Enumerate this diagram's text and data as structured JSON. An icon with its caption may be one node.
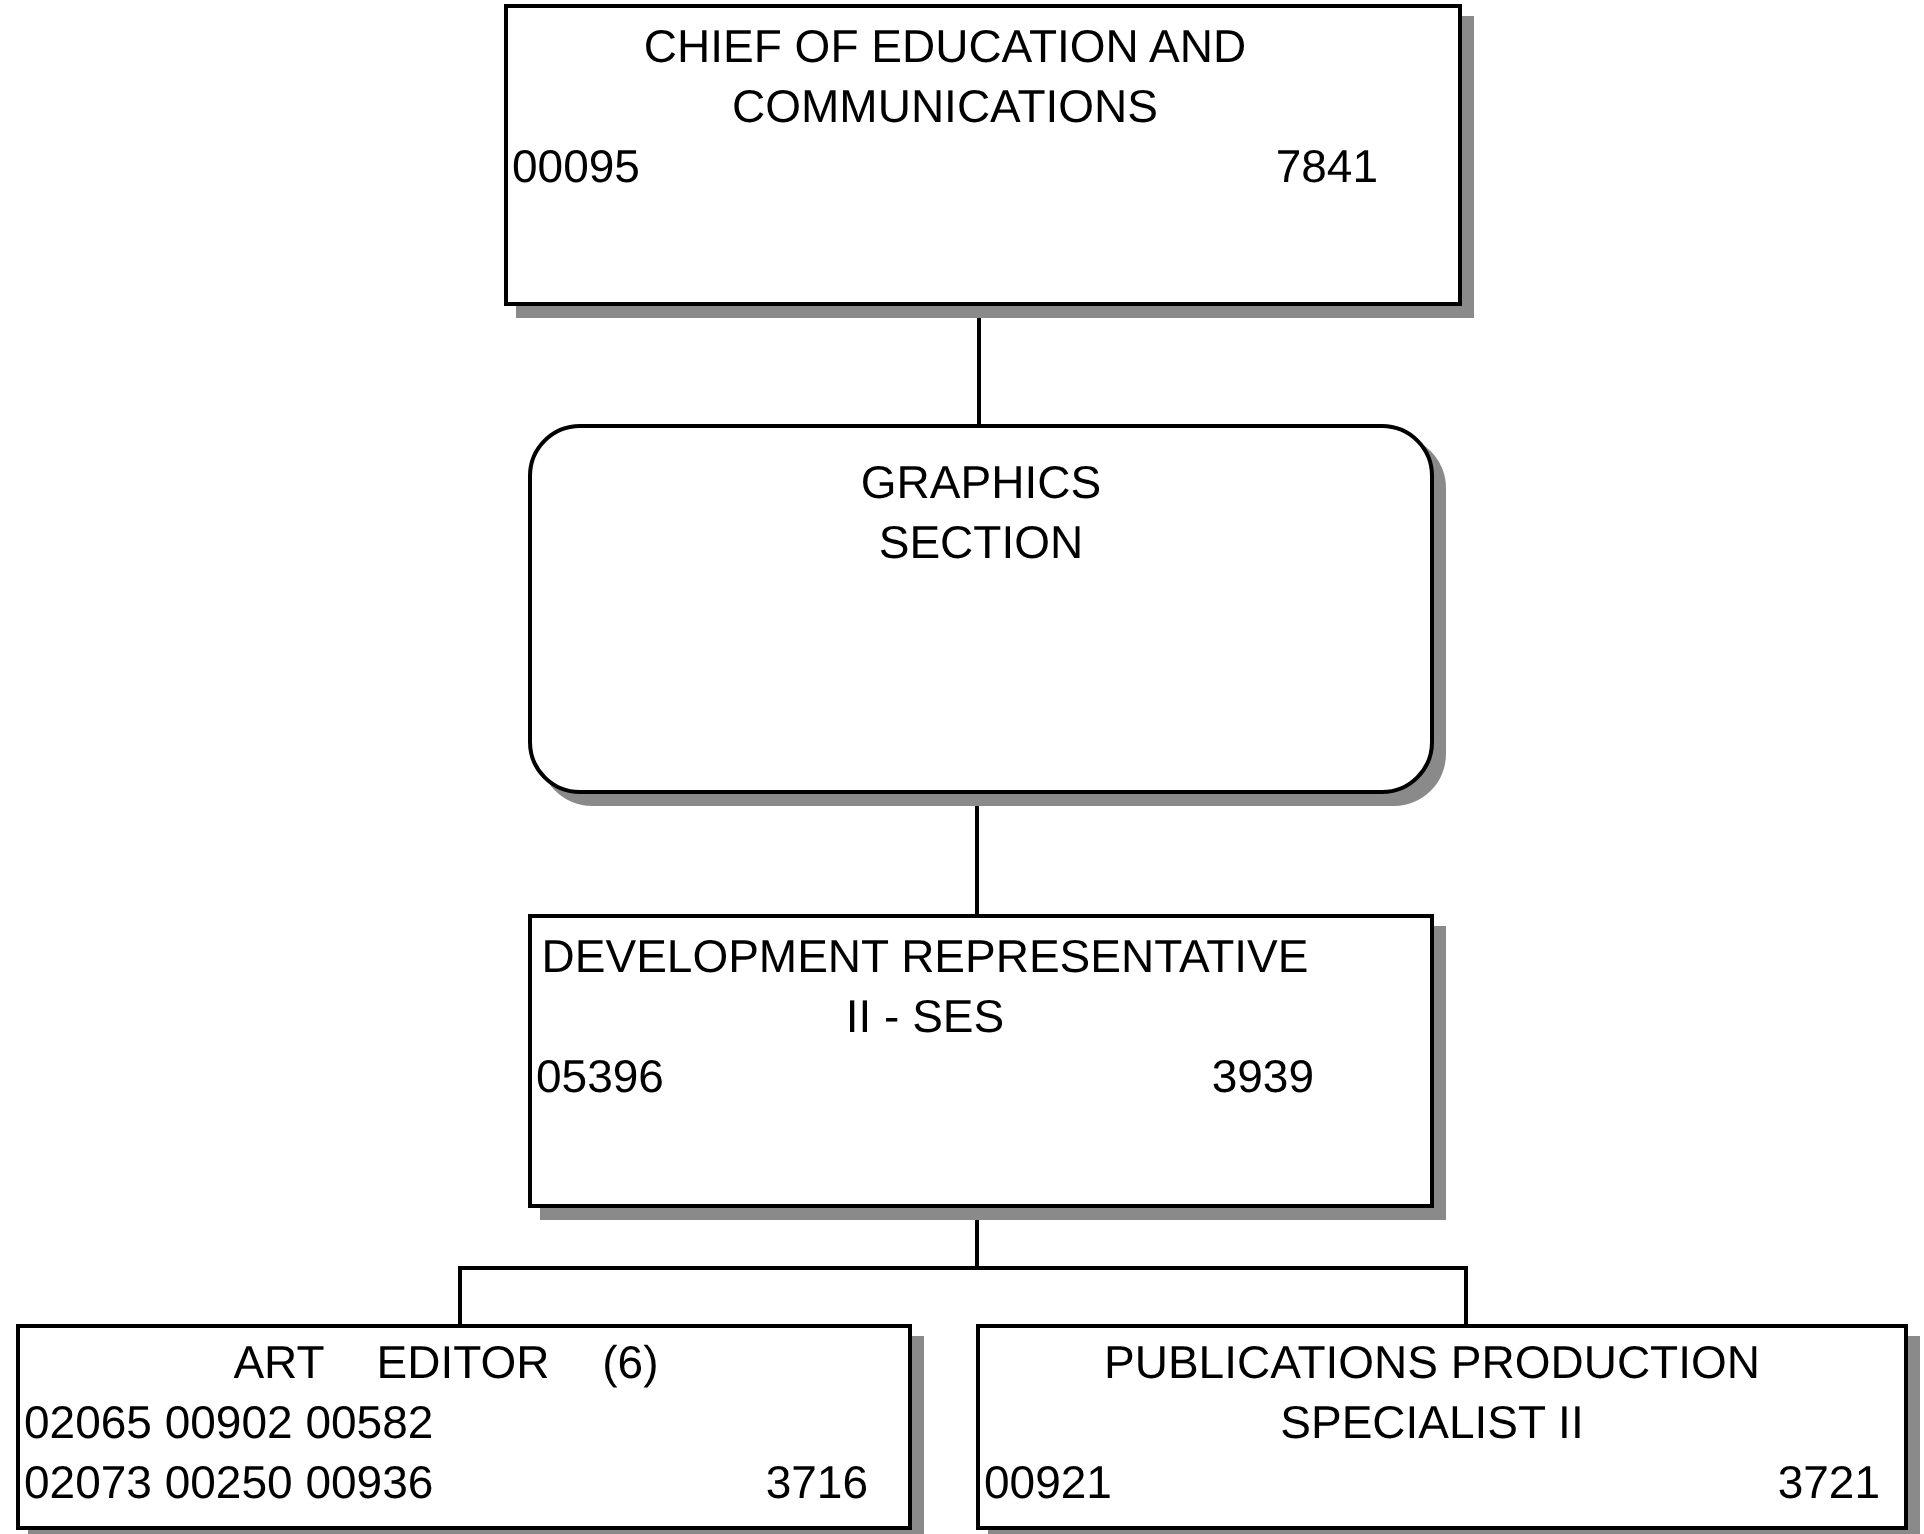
{
  "diagram": {
    "nodes": [
      {
        "text": [
          "CHIEF OF EDUCATION AND COMMUNICATIONS",
          "00095",
          "7841"
        ]
      },
      {
        "text": [
          "GRAPHICS SECTION"
        ]
      },
      {
        "text": [
          "DEVELOPMENT REPRESENTATIVE II - SES",
          "05396",
          "3939"
        ]
      },
      {
        "text": [
          "ART EDITOR (6)",
          "02065 00902 00582",
          "02073 00250 00936",
          "3716"
        ]
      },
      {
        "text": [
          "PUBLICATIONS PRODUCTION SPECIALIST II",
          "00921",
          "3721"
        ]
      }
    ],
    "edges": [
      {
        "from": 0,
        "to": 1,
        "arrow": "none"
      },
      {
        "from": 1,
        "to": 2,
        "arrow": "none"
      },
      {
        "from": 2,
        "to": 3,
        "arrow": "none"
      },
      {
        "from": 2,
        "to": 4,
        "arrow": "none"
      }
    ]
  }
}
